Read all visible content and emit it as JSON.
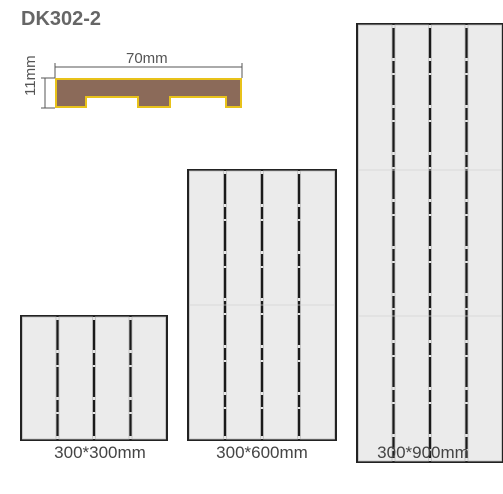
{
  "product_code": "DK302-2",
  "profile": {
    "width_label": "70mm",
    "thickness_label": "11mm",
    "fill_color": "#8b6a59",
    "edge_color": "#e8c21a"
  },
  "panels": [
    {
      "caption": "300*300mm",
      "strips": 4
    },
    {
      "caption": "300*600mm",
      "strips": 4
    },
    {
      "caption": "300*900mm",
      "strips": 4
    }
  ],
  "colors": {
    "stone": "#e6e6e6",
    "frame": "#222222",
    "groove": "#1a1a1a"
  }
}
